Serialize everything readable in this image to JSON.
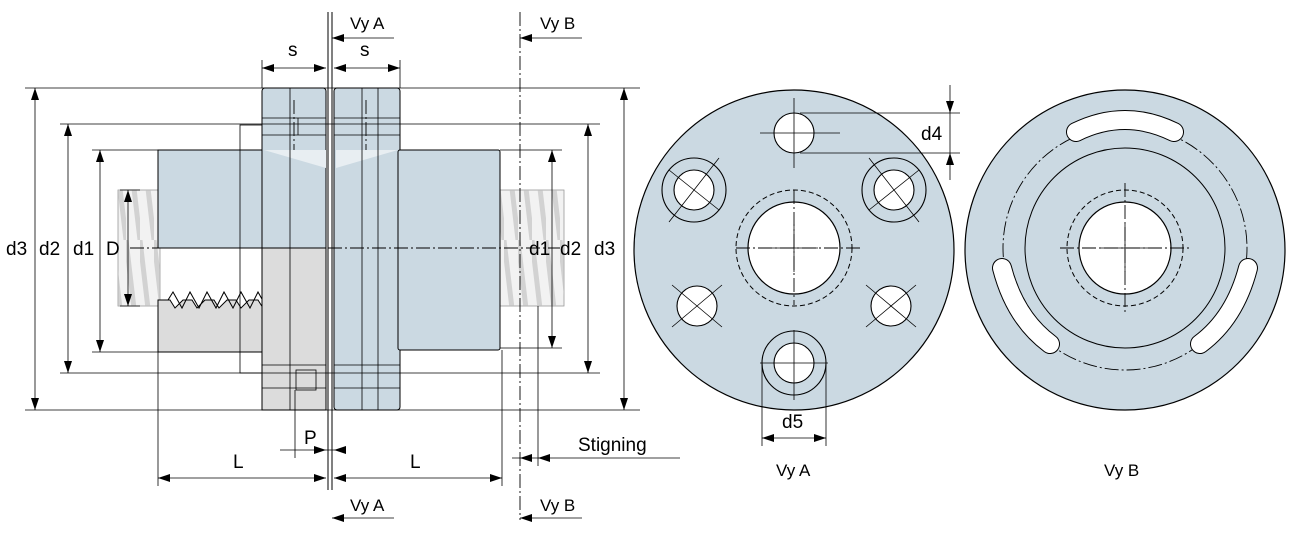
{
  "colors": {
    "part_fill": "#cbd9e2",
    "section_fill": "#dcdcdc",
    "thread_fill": "#eeeeee",
    "hole_fill": "#ffffff",
    "line": "#000000"
  },
  "side_view": {
    "label_s_left": "s",
    "label_s_right": "s",
    "label_vy_a_top": "Vy A",
    "label_vy_b_top": "Vy B",
    "label_vy_a_bottom": "Vy A",
    "label_vy_b_bottom": "Vy B",
    "label_d3_left": "d3",
    "label_d2_left": "d2",
    "label_d1_left": "d1",
    "label_D": "D",
    "label_d1_right": "d1",
    "label_d2_right": "d2",
    "label_d3_right": "d3",
    "label_P": "P",
    "label_L_left": "L",
    "label_L_right": "L",
    "label_stigning": "Stigning"
  },
  "view_a": {
    "caption": "Vy A",
    "label_d4": "d4",
    "label_d5": "d5"
  },
  "view_b": {
    "caption": "Vy B"
  }
}
